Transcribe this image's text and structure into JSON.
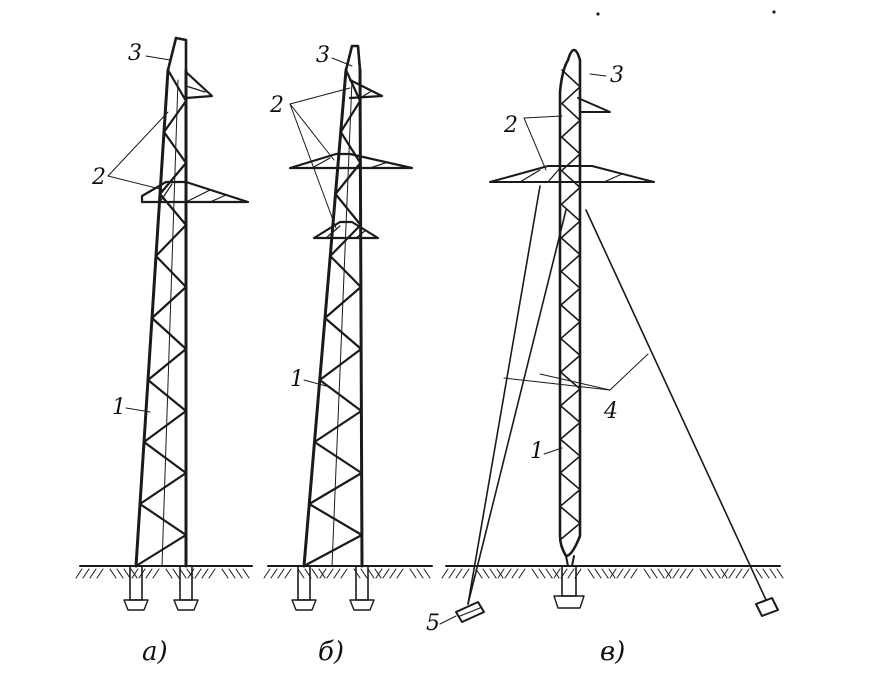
{
  "colors": {
    "ink": "#1a1a1a",
    "background": "#ffffff"
  },
  "figure": {
    "panels": [
      {
        "caption": "а)",
        "labels": {
          "mast": "1",
          "crossarms": "2",
          "peak": "3"
        }
      },
      {
        "caption": "б)",
        "labels": {
          "mast": "1",
          "crossarms": "2",
          "peak": "3"
        }
      },
      {
        "caption": "в)",
        "labels": {
          "mast": "1",
          "crossarms": "2",
          "peak": "3",
          "guys": "4",
          "anchor": "5"
        }
      }
    ]
  }
}
